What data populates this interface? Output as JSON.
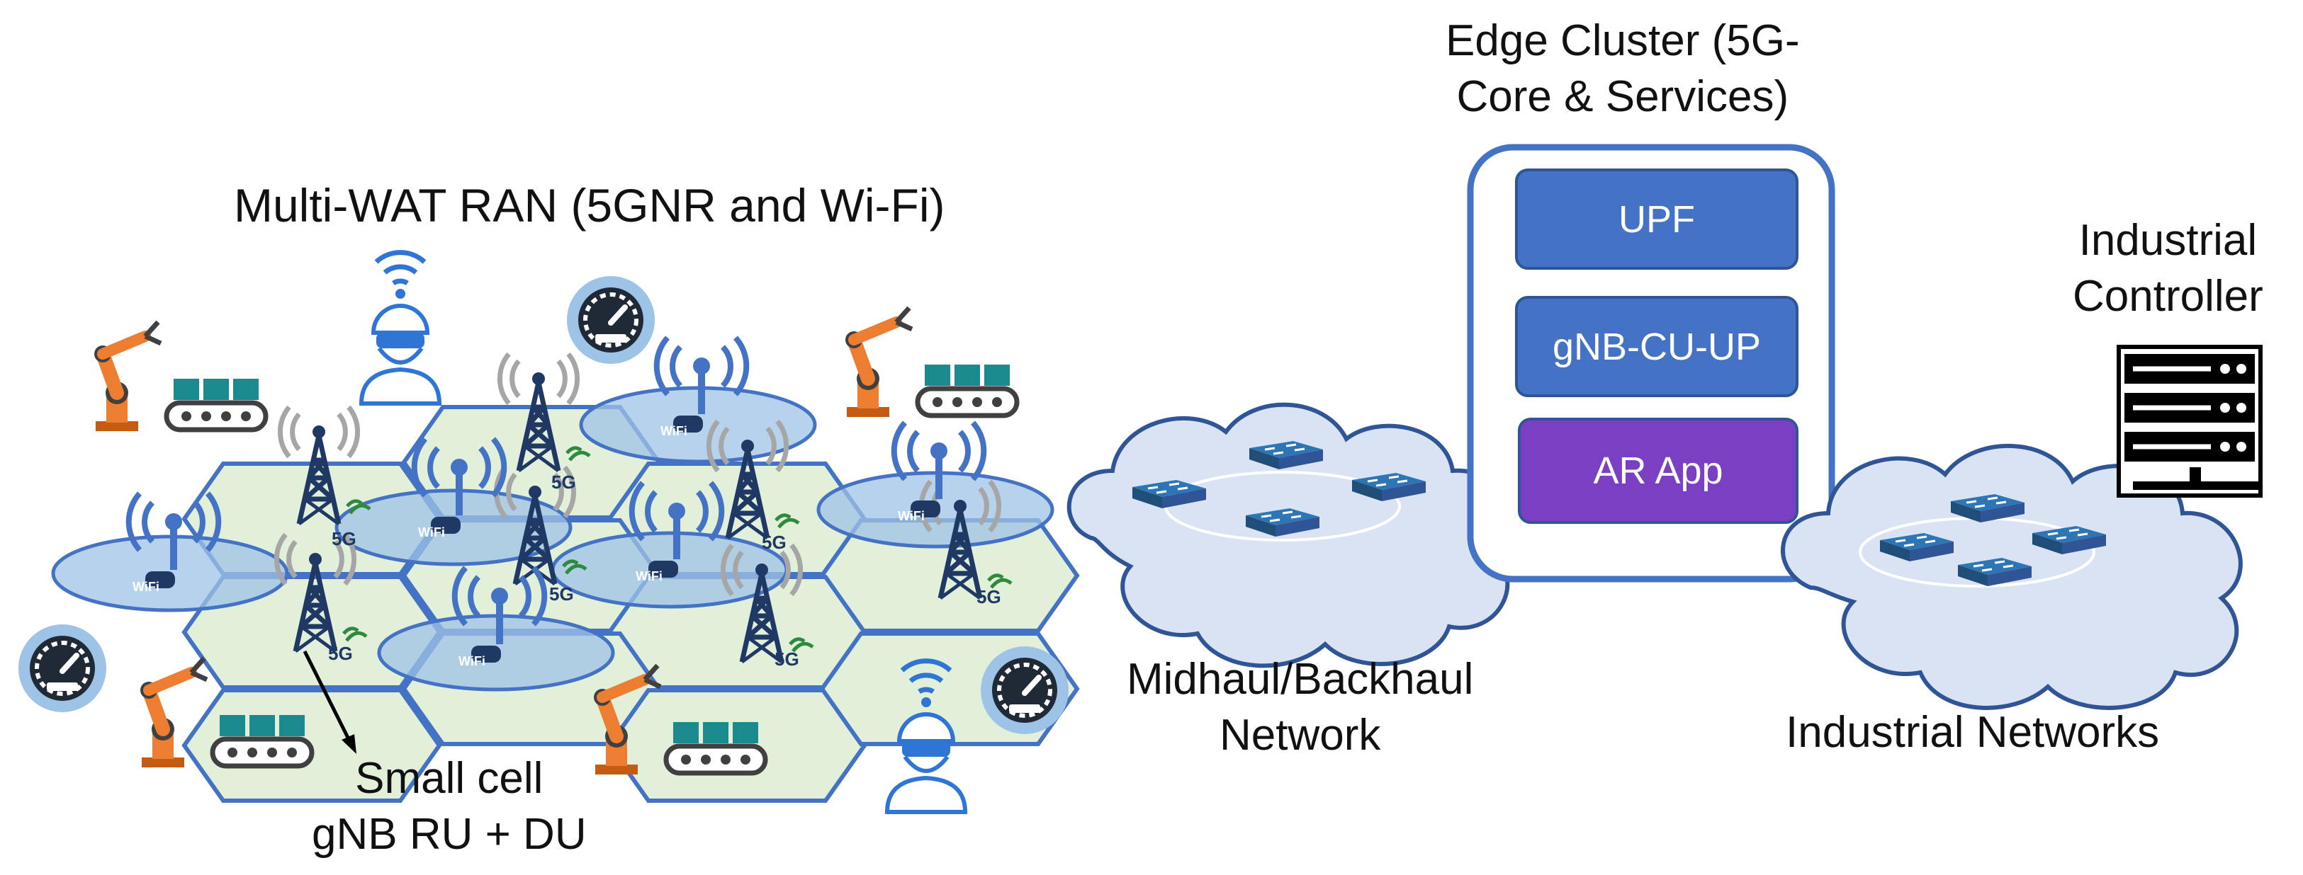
{
  "labels": {
    "ran_title": "Multi-WAT RAN (5GNR and Wi-Fi)",
    "edge_line1": "Edge Cluster (5G-",
    "edge_line2": "Core & Services)",
    "controller_line1": "Industrial",
    "controller_line2": "Controller",
    "midhaul_line1": "Midhaul/Backhaul",
    "midhaul_line2": "Network",
    "industrial_networks": "Industrial Networks",
    "small_cell_line1": "Small cell",
    "small_cell_line2": "gNB RU + DU"
  },
  "edge_cluster": {
    "boxes": [
      "UPF",
      "gNB-CU-UP",
      "AR App"
    ]
  },
  "icon_text": {
    "fiveg": "5G",
    "wifi": "WiFi"
  },
  "colors": {
    "box_blue": "#4472C4",
    "box_purple": "#7B3FC4",
    "hex_fill": "#E2F0D9",
    "hex_stroke": "#4472C4",
    "wifi_ellipse": "#9DC3E6",
    "cloud_fill": "#DAE3F3",
    "cloud_stroke": "#2F5597"
  }
}
